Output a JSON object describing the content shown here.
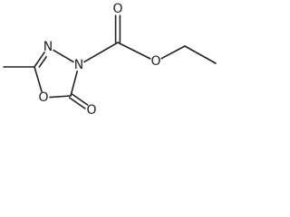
{
  "molecule": {
    "atoms": [
      {
        "id": "a1",
        "element": "C"
      },
      {
        "id": "a2",
        "element": "C"
      },
      {
        "id": "a3",
        "element": "N",
        "label": "N"
      },
      {
        "id": "a4",
        "element": "N",
        "label": "N"
      },
      {
        "id": "a5",
        "element": "C"
      },
      {
        "id": "a6",
        "element": "O",
        "label": "O"
      },
      {
        "id": "a7",
        "element": "O",
        "label": "O"
      },
      {
        "id": "a8",
        "element": "C"
      },
      {
        "id": "a9",
        "element": "O",
        "label": "O"
      },
      {
        "id": "a10",
        "element": "O",
        "label": "O"
      },
      {
        "id": "a11",
        "element": "C"
      },
      {
        "id": "a12",
        "element": "C"
      }
    ],
    "bonds": [
      {
        "from": "a1",
        "to": "a2",
        "order": 1
      },
      {
        "from": "a2",
        "to": "a3",
        "order": 2
      },
      {
        "from": "a3",
        "to": "a4",
        "order": 1
      },
      {
        "from": "a4",
        "to": "a5",
        "order": 1
      },
      {
        "from": "a5",
        "to": "a6",
        "order": 1
      },
      {
        "from": "a6",
        "to": "a2",
        "order": 1
      },
      {
        "from": "a5",
        "to": "a7",
        "order": 2
      },
      {
        "from": "a4",
        "to": "a8",
        "order": 1
      },
      {
        "from": "a8",
        "to": "a9",
        "order": 2
      },
      {
        "from": "a8",
        "to": "a10",
        "order": 1
      },
      {
        "from": "a10",
        "to": "a11",
        "order": 1
      },
      {
        "from": "a11",
        "to": "a12",
        "order": 1
      }
    ]
  },
  "colors": {
    "ink": "#222222",
    "background": "#ffffff"
  }
}
